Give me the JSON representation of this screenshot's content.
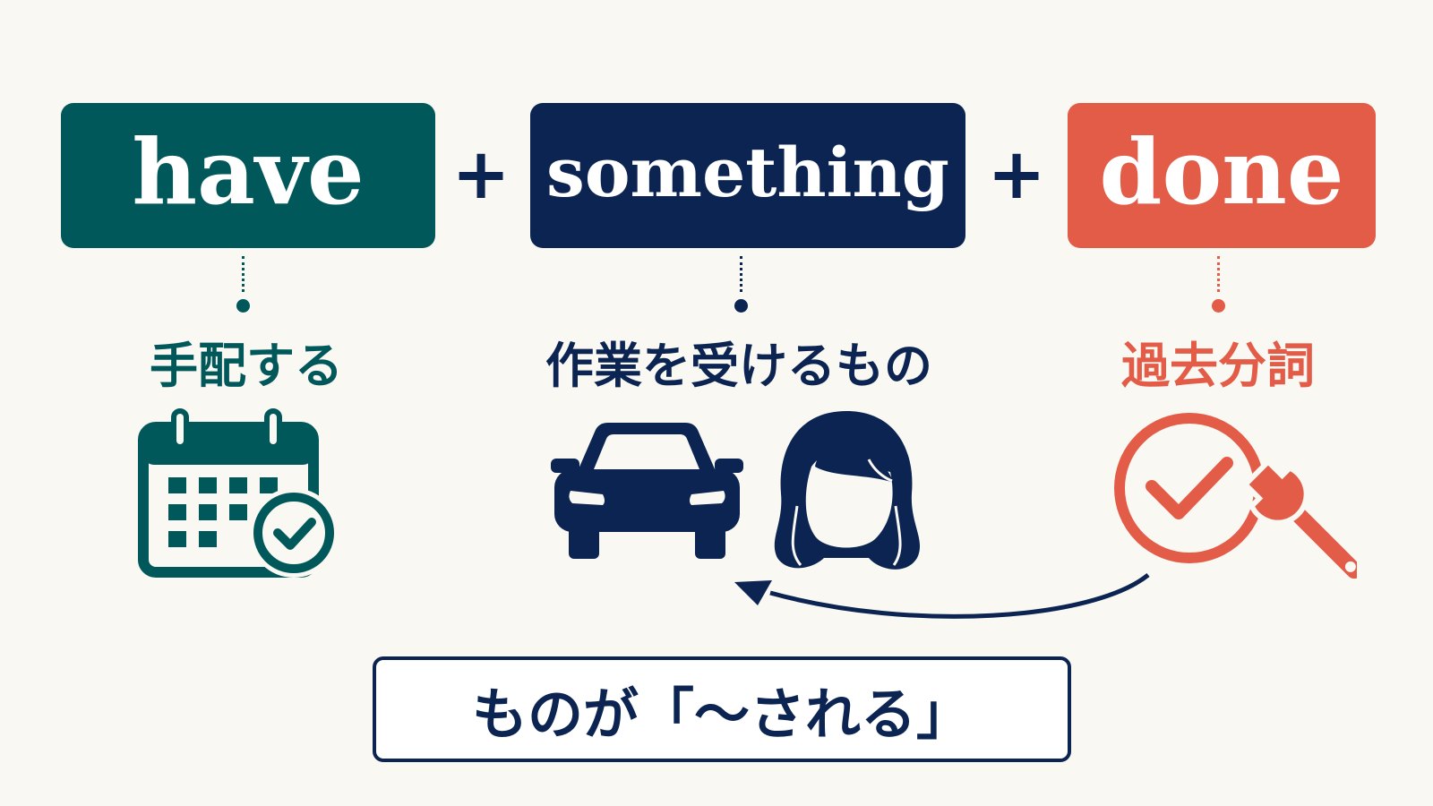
{
  "pattern": {
    "have": "have",
    "plus_1": "+",
    "something": "something",
    "plus_2": "+",
    "done": "done"
  },
  "meanings": {
    "have": "手配する",
    "something": "作業を受けるもの",
    "done": "過去分詞"
  },
  "icons": {
    "have": "calendar-check-icon",
    "something": [
      "car-icon",
      "woman-icon"
    ],
    "done": [
      "check-circle-icon",
      "wrench-icon"
    ],
    "flow": "curved-arrow-icon"
  },
  "result": "ものが「～される」",
  "colors": {
    "background": "#faf8f3",
    "have": "#01585a",
    "something": "#0b2451",
    "done": "#e25c47"
  }
}
